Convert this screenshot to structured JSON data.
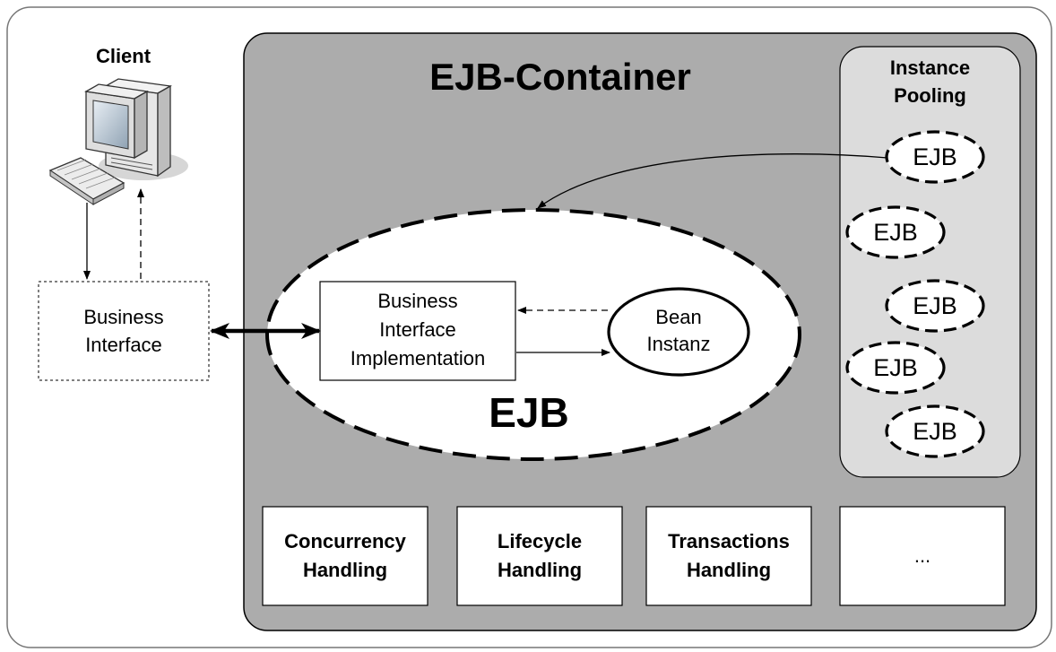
{
  "client": {
    "label": "Client",
    "icon": "desktop-computer-icon"
  },
  "business_interface": {
    "line1": "Business",
    "line2": "Interface"
  },
  "container": {
    "title": "EJB-Container"
  },
  "pool": {
    "title_line1": "Instance",
    "title_line2": "Pooling",
    "instances": [
      "EJB",
      "EJB",
      "EJB",
      "EJB",
      "EJB"
    ]
  },
  "ejb": {
    "label": "EJB",
    "impl": {
      "line1": "Business",
      "line2": "Interface",
      "line3": "Implementation"
    },
    "bean": {
      "line1": "Bean",
      "line2": "Instanz"
    }
  },
  "services": [
    {
      "line1": "Concurrency",
      "line2": "Handling"
    },
    {
      "line1": "Lifecycle",
      "line2": "Handling"
    },
    {
      "line1": "Transactions",
      "line2": "Handling"
    },
    {
      "line1": "...",
      "line2": ""
    }
  ],
  "colors": {
    "container_fill": "#acacac",
    "pool_fill": "#dcdcdc",
    "line": "#000000",
    "box_fill": "#ffffff"
  }
}
